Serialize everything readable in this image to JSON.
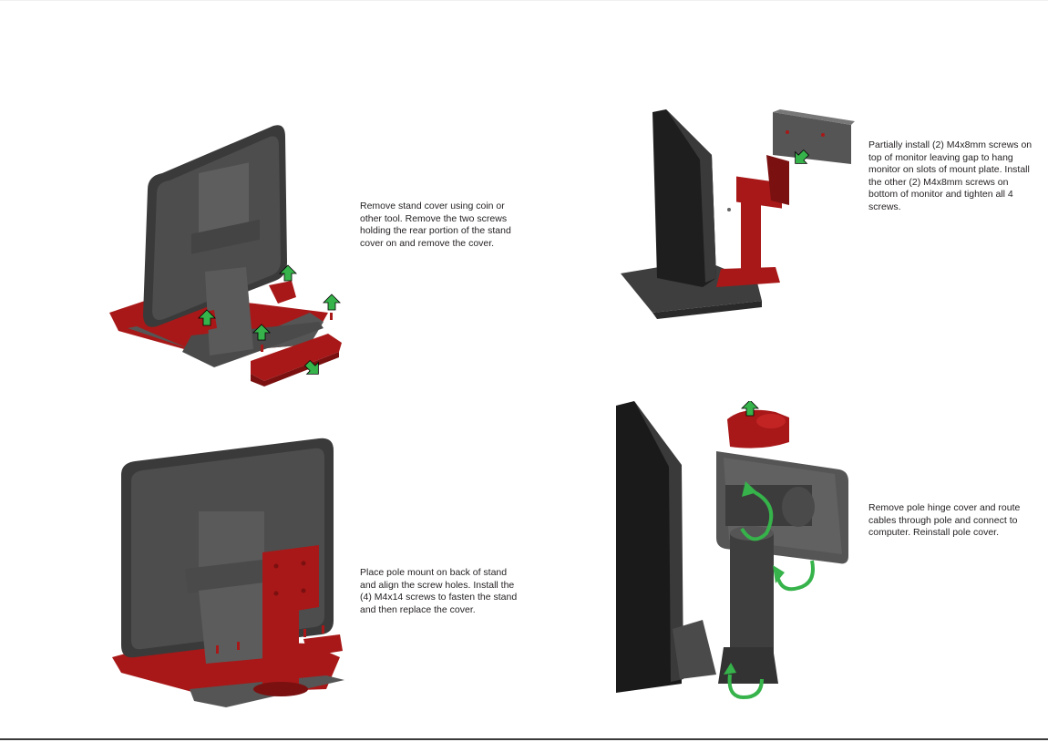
{
  "steps": [
    {
      "text": "Remove stand cover using coin or other tool. Remove the two screws holding the rear portion of the stand cover on and remove the cover."
    },
    {
      "text": "Partially install (2) M4x8mm screws on top of monitor leaving gap to hang monitor on slots of mount plate. Install the other (2) M4x8mm screws on bottom of monitor and tighten all 4 screws."
    },
    {
      "text": "Place pole mount on back of stand and align the screw holes. Install the (4) M4x14 screws to fasten the stand and then replace the cover."
    },
    {
      "text": "Remove pole hinge cover and route cables through pole and connect to computer. Reinstall pole cover."
    }
  ],
  "colors": {
    "part_red": "#a81818",
    "part_red_dark": "#7a1010",
    "monitor_dark": "#3c3c3c",
    "monitor_mid": "#575757",
    "arrow_green": "#36b34a",
    "text": "#231f20"
  },
  "icons": {
    "up_arrow": "up-arrow-icon",
    "rotate_arrow": "rotate-arrow-icon"
  }
}
